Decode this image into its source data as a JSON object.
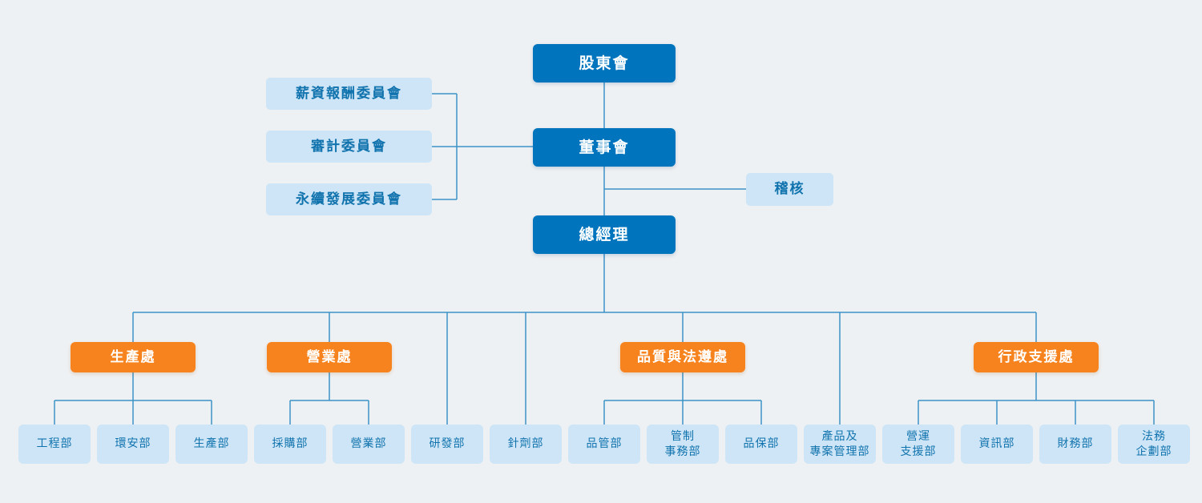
{
  "chart": {
    "type": "org-chart",
    "nodes": {
      "shareholders": "股東會",
      "board": "董事會",
      "general_manager": "總經理",
      "audit_office": "稽核",
      "committees": [
        "薪資報酬委員會",
        "審計委員會",
        "永續發展委員會"
      ],
      "divisions": [
        "生產處",
        "營業處",
        "品質與法遵處",
        "行政支援處"
      ],
      "departments": [
        "工程部",
        "環安部",
        "生產部",
        "採購部",
        "營業部",
        "研發部",
        "針劑部",
        "品管部",
        "管制\n事務部",
        "品保部",
        "產品及\n專案管理部",
        "營運\n支援部",
        "資訊部",
        "財務部",
        "法務\n企劃部"
      ]
    },
    "colors": {
      "primary_blue": "#0075BE",
      "light_blue": "#CDE5F6",
      "orange": "#F6831E",
      "connector": "#3B93C8",
      "background": "#EEF1F3",
      "light_text": "#1173AE"
    }
  }
}
